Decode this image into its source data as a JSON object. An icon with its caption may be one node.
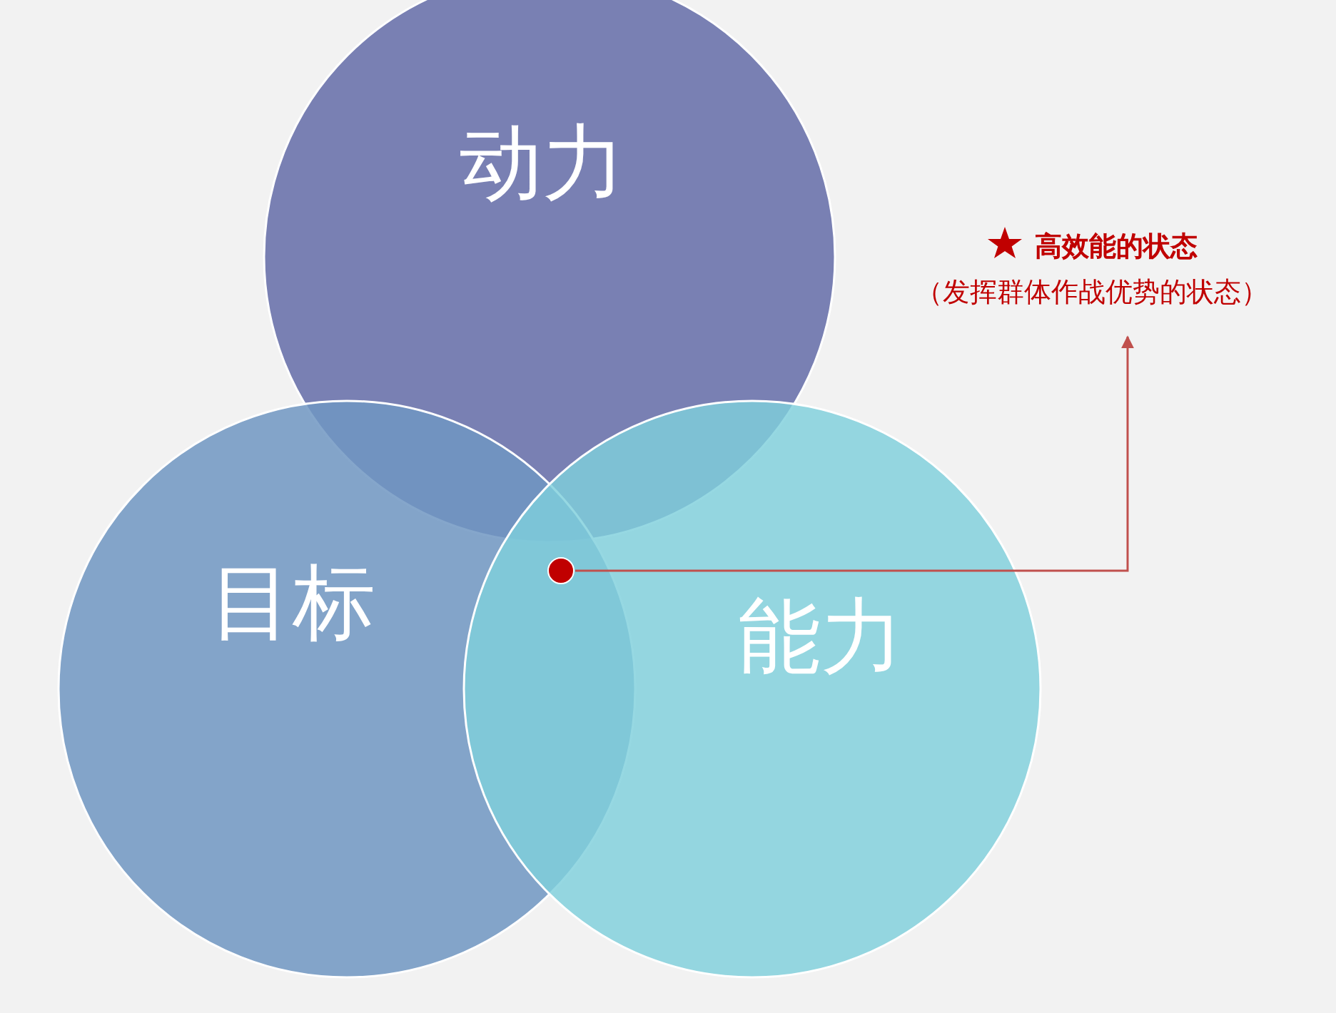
{
  "diagram": {
    "nodes": [
      {
        "text": [
          "动力"
        ]
      },
      {
        "text": [
          "目标"
        ]
      },
      {
        "text": [
          "能力"
        ]
      },
      {
        "text": [],
        "shape": "circle"
      },
      {
        "text": [
          "高效能的状态",
          "（发挥群体作战优势的状态）"
        ]
      }
    ],
    "edges": [
      {
        "from": 3,
        "to": 4,
        "arrow": "to"
      }
    ]
  }
}
